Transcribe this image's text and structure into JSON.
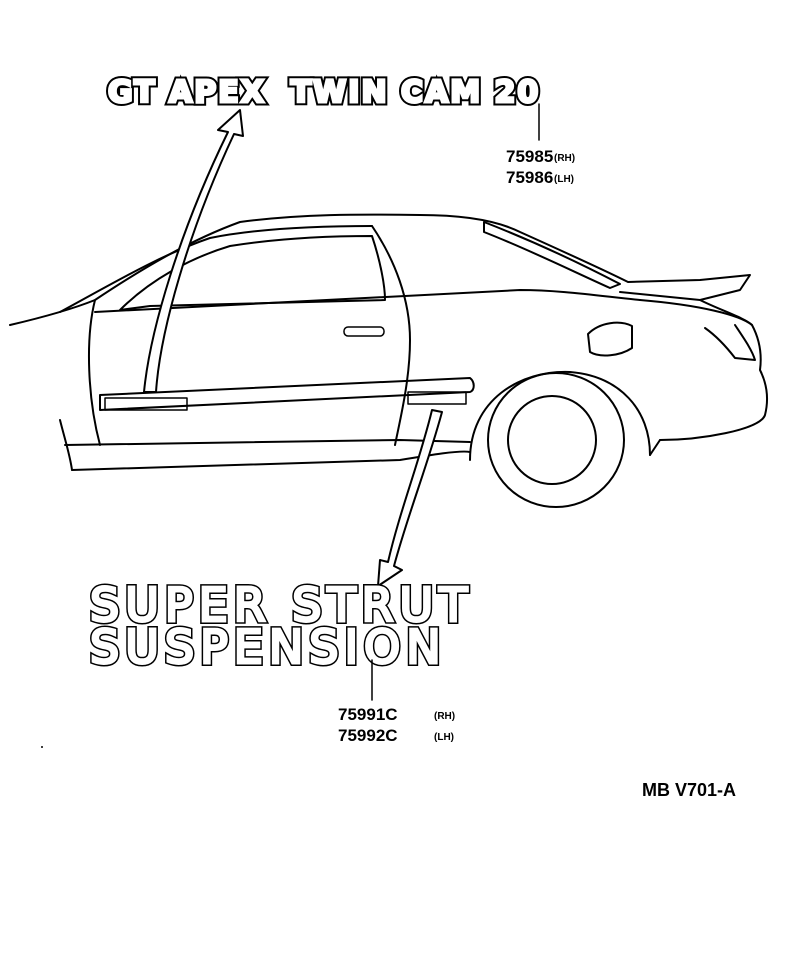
{
  "emblems": {
    "top": {
      "text": "GT APEX  TWIN CAM 20"
    },
    "bottom_line1": {
      "text": "SUPER STRUT"
    },
    "bottom_line2": {
      "text": "SUSPENSION"
    }
  },
  "parts": {
    "top": {
      "rh_number": "75985",
      "rh_side": "(RH)",
      "lh_number": "75986",
      "lh_side": "(LH)"
    },
    "bottom": {
      "rh_number": "75991C",
      "rh_side": "(RH)",
      "lh_number": "75992C",
      "lh_side": "(LH)"
    }
  },
  "diagram_code": "MB V701-A"
}
